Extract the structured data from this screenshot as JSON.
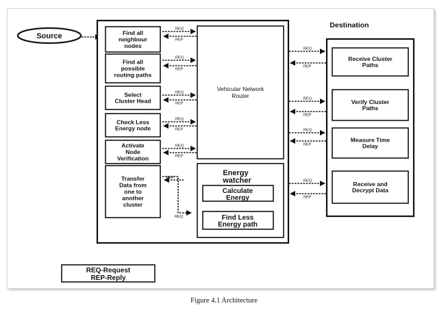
{
  "source_label": "Source",
  "destination_label": "Destination",
  "left_steps": [
    {
      "lines": [
        "Find all",
        "neighbour",
        "nodes"
      ]
    },
    {
      "lines": [
        "Find all",
        "possible",
        "routing paths"
      ]
    },
    {
      "lines": [
        "Select",
        "Cluster Head"
      ]
    },
    {
      "lines": [
        "Check Less",
        "Energy node"
      ]
    },
    {
      "lines": [
        "Activate",
        "Node",
        "Verification"
      ]
    },
    {
      "lines": [
        "Transfer",
        "Data from",
        "one to",
        "another",
        "cluster"
      ]
    }
  ],
  "router_label": [
    "Vehicular Network",
    "Router"
  ],
  "energy_watcher": {
    "title": [
      "Energy",
      "watcher"
    ],
    "calculate": [
      "Calculate",
      "Energy"
    ],
    "find": [
      "Find Less",
      "Energy path"
    ]
  },
  "destination_steps": [
    {
      "lines": [
        "Receive Cluster",
        "Paths"
      ]
    },
    {
      "lines": [
        "Verify Cluster",
        "Paths"
      ]
    },
    {
      "lines": [
        "Measure Time",
        "Delay"
      ]
    },
    {
      "lines": [
        "Receive and",
        "Decrypt Data"
      ]
    }
  ],
  "req_tag": "REQ",
  "rep_tag": "REP",
  "legend": {
    "req": "REQ-Request",
    "rep": "REP-Reply"
  },
  "caption": "Figure 4.1  Architecture"
}
